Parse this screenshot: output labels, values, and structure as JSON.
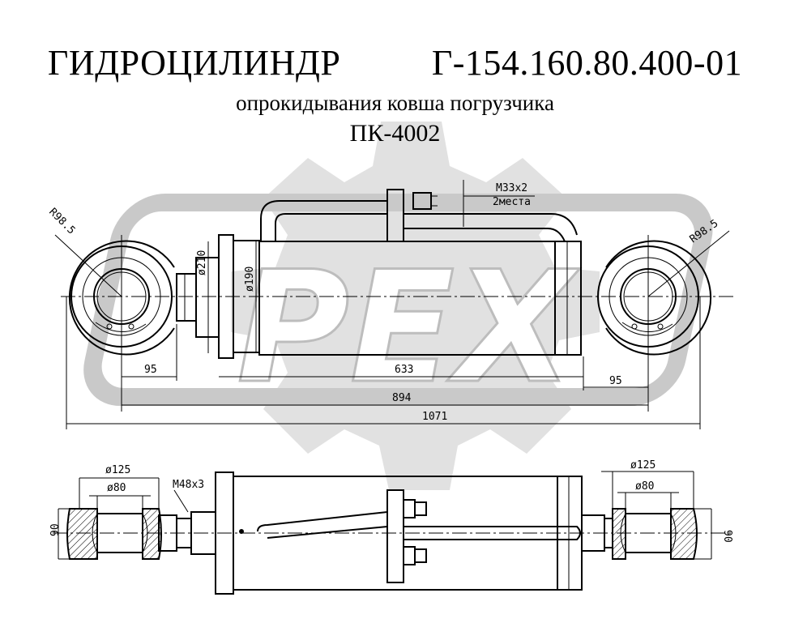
{
  "title": "ГИДРОЦИЛИНДР   Г-154.160.80.400-01",
  "subtitle": "опрокидывания ковша погрузчика",
  "model": "ПК-4002",
  "watermark": "PEX",
  "top_view": {
    "port_thread": "M33x2",
    "port_count": "2места",
    "radius_left": "R98.5",
    "radius_right": "R98.5",
    "dia_flange": "ø210",
    "dia_barrel": "ø190",
    "dim_left_eye": "95",
    "dim_barrel": "633",
    "dim_right_eye": "95",
    "dim_centers": "894",
    "dim_overall": "1071"
  },
  "bottom_view": {
    "left_outer_dia": "ø125",
    "left_inner_dia": "ø80",
    "rod_thread": "M48x3",
    "right_outer_dia": "ø125",
    "right_inner_dia": "ø80",
    "left_width": "90",
    "right_width": "90"
  },
  "colors": {
    "lines": "#000000",
    "watermark": "#c9c9c9"
  }
}
